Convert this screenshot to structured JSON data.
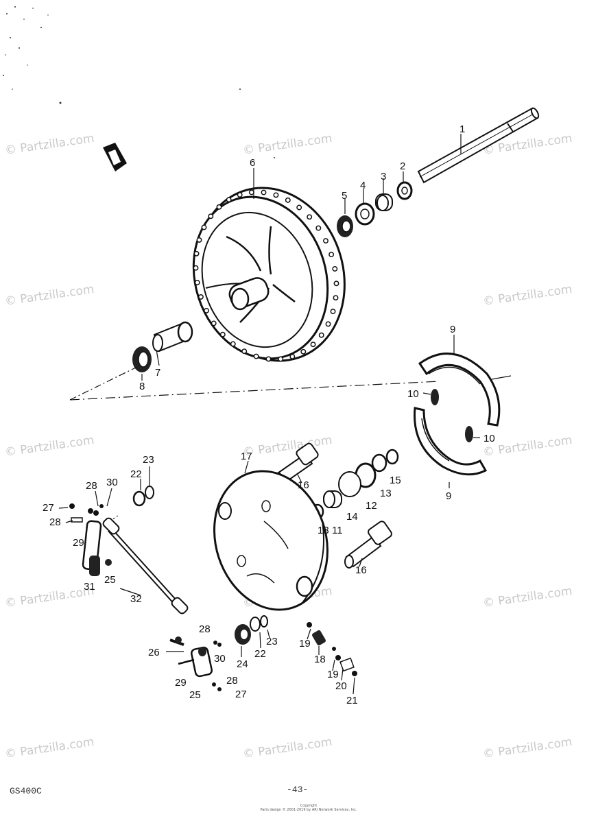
{
  "watermark": "© Partzilla.com",
  "callouts": [
    "1",
    "2",
    "3",
    "4",
    "5",
    "6",
    "7",
    "8",
    "9",
    "9",
    "10",
    "10",
    "11",
    "12",
    "13",
    "13",
    "14",
    "15",
    "16",
    "16",
    "17",
    "18",
    "19",
    "19",
    "20",
    "21",
    "22",
    "22",
    "23",
    "23",
    "24",
    "25",
    "26",
    "27",
    "27",
    "28",
    "28",
    "28",
    "28",
    "29",
    "29",
    "30",
    "30",
    "31",
    "32",
    "25"
  ],
  "footer": {
    "model": "GS400C",
    "page": "-43-",
    "copyright_line1": "Copyright",
    "copyright_line2": "Parts design © 2001-2019 by ARI Network Services, Inc."
  },
  "colors": {
    "ink": "#111111",
    "watermark": "#c9c9c9",
    "paper": "#ffffff"
  }
}
